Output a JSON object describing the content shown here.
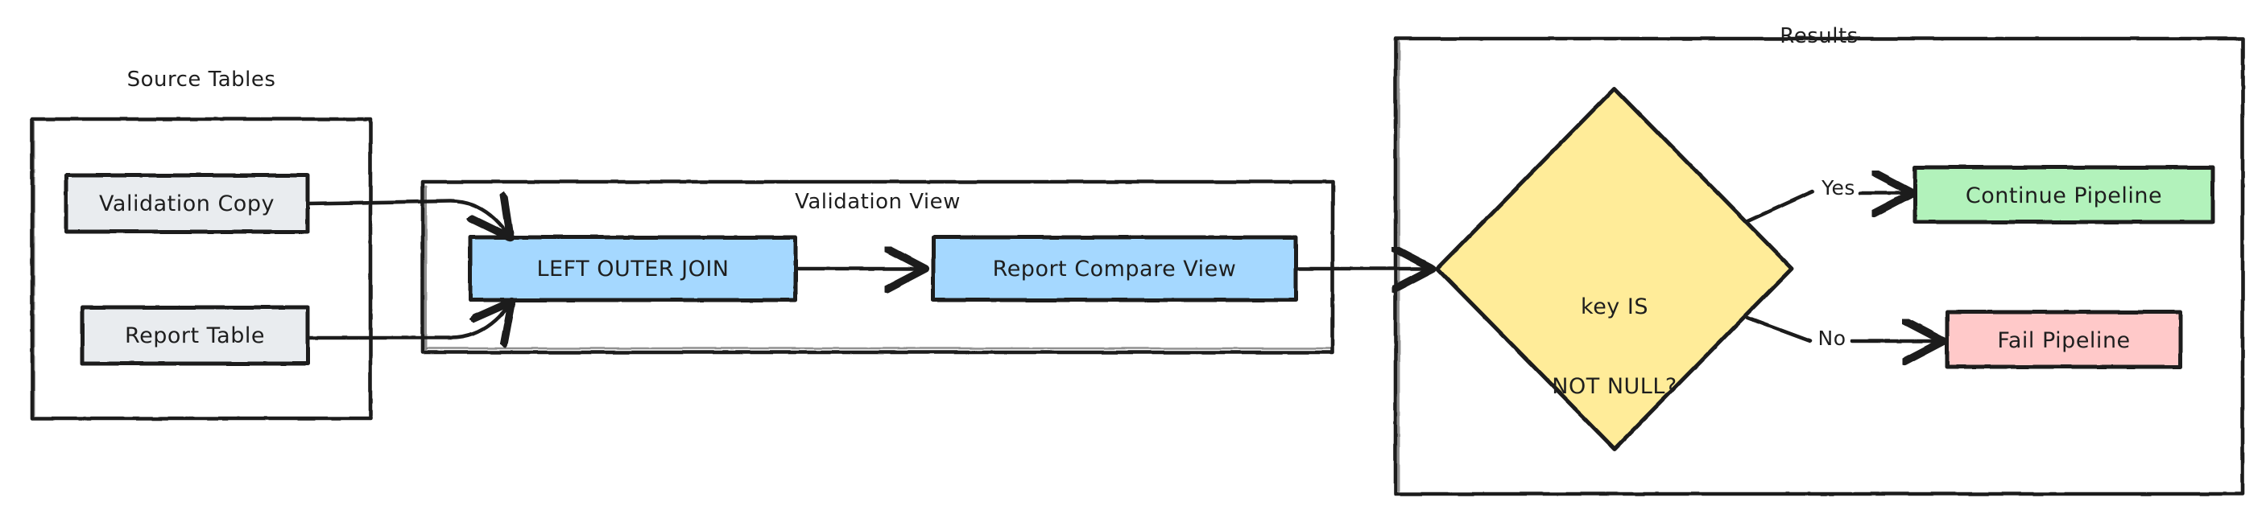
{
  "diagram": {
    "title": "Validation pipeline flow",
    "style": "hand-drawn sketch",
    "background": "#ffffff",
    "stroke_color": "#1e1e1e"
  },
  "groups": [
    {
      "id": "source-tables",
      "label": "Source Tables",
      "fill": "transparent"
    },
    {
      "id": "validation-view",
      "label": "Validation View",
      "fill": "transparent"
    },
    {
      "id": "results",
      "label": "Results",
      "fill": "transparent"
    }
  ],
  "nodes": {
    "validation_copy": {
      "label": "Validation Copy",
      "fill": "#e9ecef",
      "shape": "rectangle"
    },
    "report_table": {
      "label": "Report Table",
      "fill": "#e9ecef",
      "shape": "rectangle"
    },
    "left_outer_join": {
      "label": "LEFT OUTER JOIN",
      "fill": "#a5d8ff",
      "shape": "rectangle"
    },
    "report_compare": {
      "label": "Report Compare View",
      "fill": "#a5d8ff",
      "shape": "rectangle"
    },
    "decision": {
      "label_line1": "key IS",
      "label_line2": "NOT NULL?",
      "fill": "#ffec99",
      "shape": "diamond"
    },
    "continue_pipeline": {
      "label": "Continue Pipeline",
      "fill": "#b2f2bb",
      "shape": "rectangle"
    },
    "fail_pipeline": {
      "label": "Fail Pipeline",
      "fill": "#ffc9c9",
      "shape": "rectangle"
    }
  },
  "edges": [
    {
      "id": "e1",
      "from": "validation_copy",
      "to": "left_outer_join",
      "label": ""
    },
    {
      "id": "e2",
      "from": "report_table",
      "to": "left_outer_join",
      "label": ""
    },
    {
      "id": "e3",
      "from": "left_outer_join",
      "to": "report_compare",
      "label": ""
    },
    {
      "id": "e4",
      "from": "report_compare",
      "to": "decision",
      "label": ""
    },
    {
      "id": "e5",
      "from": "decision",
      "to": "continue_pipeline",
      "label": "Yes"
    },
    {
      "id": "e6",
      "from": "decision",
      "to": "fail_pipeline",
      "label": "No"
    }
  ],
  "edge_labels": {
    "yes": "Yes",
    "no": "No"
  }
}
